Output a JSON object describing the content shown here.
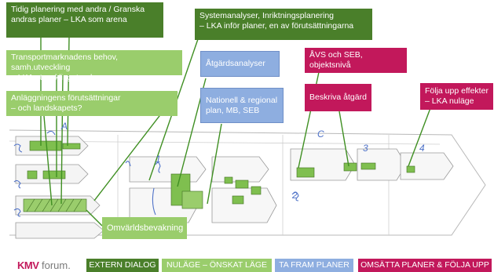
{
  "boxes": {
    "tidig": "Tidig planering med andra / Granska\nandras planer – LKA som arena",
    "transport": "Transportmarknadens behov, samh.utveckling\n– LKA utvecklingstendenser",
    "anlaggning": "Anläggningens förutsättningar\n– och landskapets?",
    "system": "Systemanalyser, Inriktningsplanering\n– LKA inför planer, en av förutsättningarna",
    "atgard": "Åtgärdsanalyser",
    "nationell": "Nationell & regional\nplan, MB, SEB",
    "avs": "ÅVS och SEB, objektsnivå",
    "beskriva": "Beskriva åtgärd",
    "folja": "Följa upp effekter\n– LKA nuläge",
    "omvarld": "Omvärldsbevakning"
  },
  "stage_labels": {
    "A": "A",
    "C": "C",
    "n1": "1",
    "n2": "2",
    "n3": "3",
    "n4": "4"
  },
  "logo": {
    "k": "KMV",
    "f": " forum."
  },
  "legend": [
    {
      "label": "EXTERN DIALOG",
      "color": "#4a7f2a"
    },
    {
      "label": "NULÄGE – ÖNSKAT LÄGE",
      "color": "#9acd6c"
    },
    {
      "label": "TA FRAM PLANER",
      "color": "#8eaee0"
    },
    {
      "label": "OMSÄTTA PLANER & FÖLJA UPP",
      "color": "#c2185b"
    }
  ]
}
